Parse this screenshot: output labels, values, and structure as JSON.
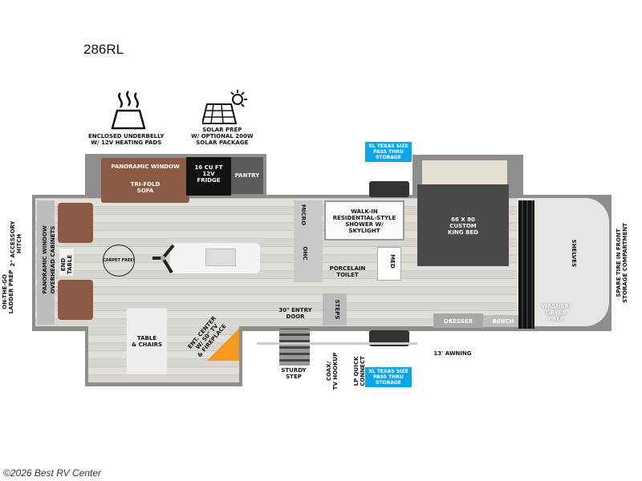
{
  "model": "286RL",
  "features": {
    "underbelly": {
      "icon": "heat-pad-icon",
      "label": "ENCLOSED UNDERBELLY\nW/ 12V HEATING PADS"
    },
    "solar": {
      "icon": "solar-panel-icon",
      "label": "SOLAR PREP\nW/ OPTIONAL 200W\nSOLAR PACKAGE"
    }
  },
  "labels": {
    "panoramic_window_top": "PANORAMIC WINDOW",
    "sofa": "TRI-FOLD\nSOFA",
    "fridge": "16 CU FT\n12V\nFRIDGE",
    "pantry": "PANTRY",
    "micro": "MICRO",
    "ohc": "OHC",
    "shower": "WALK-IN\nRESIDENTIAL-STYLE\nSHOWER W/\nSKYLIGHT",
    "toilet": "PORCELAIN\nTOILET",
    "med": "MED",
    "steps": "STEPS",
    "bed": "66 X 80\nCUSTOM\nKING BED",
    "shelves": "SHELVES",
    "washer": "WASHER/\nDRYER\nPREP",
    "dresser": "DRESSER",
    "bench": "BENCH",
    "spare_tire": "SPARE TIRE IN FRONT\nSTORAGE COMPARTMENT",
    "hitch": "2\" ACCESSORY\nHITCH",
    "ladder": "ON-THE-GO\nLADDER PREP",
    "panoramic_window_rear": "PANORAMIC WINDOW",
    "overhead_cabinets": "OVERHEAD CABINETS",
    "end_table": "END\nTABLE",
    "carpet_free": "CARPET FREE!",
    "table": "TABLE\n& CHAIRS",
    "ent_center": "ENT. CENTER\nW/ 50\" TV\n& FIREPLACE",
    "entry_door": "30\" ENTRY\nDOOR",
    "sturdy_step": "STURDY\nSTEP",
    "coax": "COAX/\nTV HOOKUP",
    "lp": "LP QUICK\nCONNECT",
    "awning": "13' AWNING",
    "storage_top": "XL TEXAS SIZE\nPASS THRU\nSTORAGE",
    "storage_bottom": "XL TEXAS SIZE\nPASS THRU\nSTORAGE"
  },
  "colors": {
    "accent_blue": "#0aa6e8",
    "sofa_brown": "#8a5a44",
    "bed_gray": "#4a4a4c",
    "fireplace_orange": "#f29a1f"
  },
  "footer": "©2026 Best RV Center"
}
